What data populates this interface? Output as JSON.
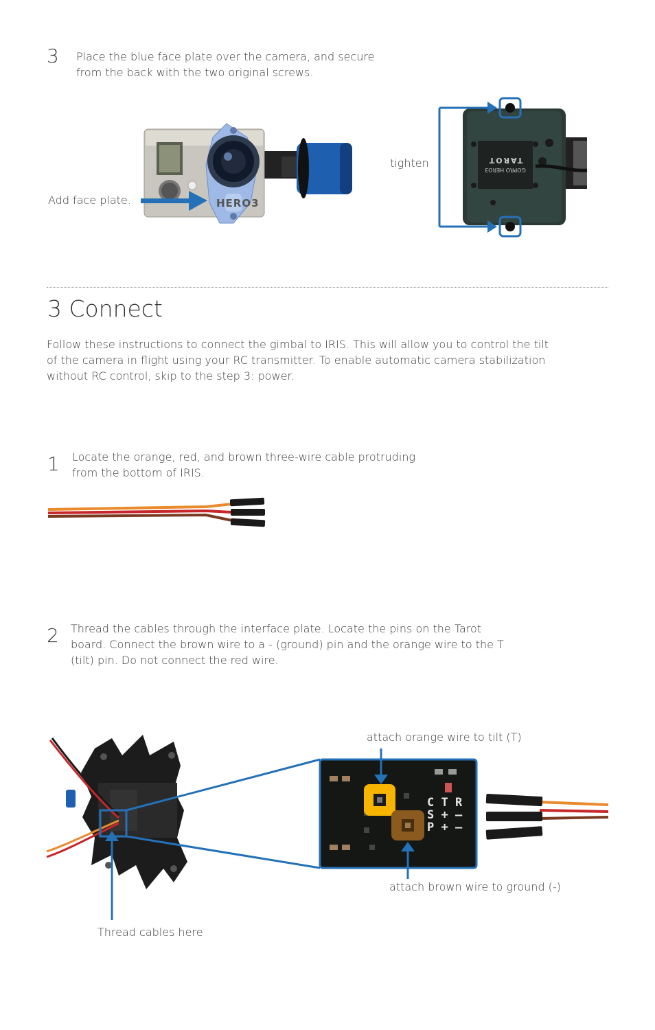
{
  "step3_top": {
    "number": "3",
    "text_line1": "Place the blue face plate over the camera, and secure",
    "text_line2": "from the back with the two original screws."
  },
  "camera_photo": {
    "brand_text": "HERO3",
    "caption": "Add face plate."
  },
  "back_plate_photo": {
    "caption": "tighten",
    "label_line1": "GOPRO HERO3",
    "label_line2": "TAROT"
  },
  "section": {
    "title": "3 Connect",
    "intro_line1": "Follow these instructions to connect the gimbal to IRIS. This will allow you to control the tilt",
    "intro_line2": "of the camera in flight using your RC transmitter. To enable automatic camera stabilization",
    "intro_line3": "without RC control, skip to the step 3: power."
  },
  "step1": {
    "number": "1",
    "text_line1": "Locate the orange, red, and brown three-wire cable protruding",
    "text_line2": "from the bottom of IRIS."
  },
  "step2": {
    "number": "2",
    "text_line1": "Thread the cables through the interface plate. Locate the pins on the Tarot",
    "text_line2": "board. Connect the brown wire to a - (ground) pin and the orange wire to the T",
    "text_line3": "(tilt) pin. Do not connect the red wire."
  },
  "board_callouts": {
    "orange_label": "attach orange wire to tilt (T)",
    "brown_label": "attach brown wire to ground (-)",
    "thread_label": "Thread cables here",
    "pin_row1": "C T R",
    "pin_row2": "S + –",
    "pin_row3": "P + –"
  },
  "colors": {
    "accent_blue": "#2471b7",
    "highlight_orange": "#f7b500",
    "highlight_brown": "#8a5a1e",
    "wire_orange": "#e98a2c",
    "wire_red": "#c7262a",
    "wire_brown": "#7a3a22"
  }
}
